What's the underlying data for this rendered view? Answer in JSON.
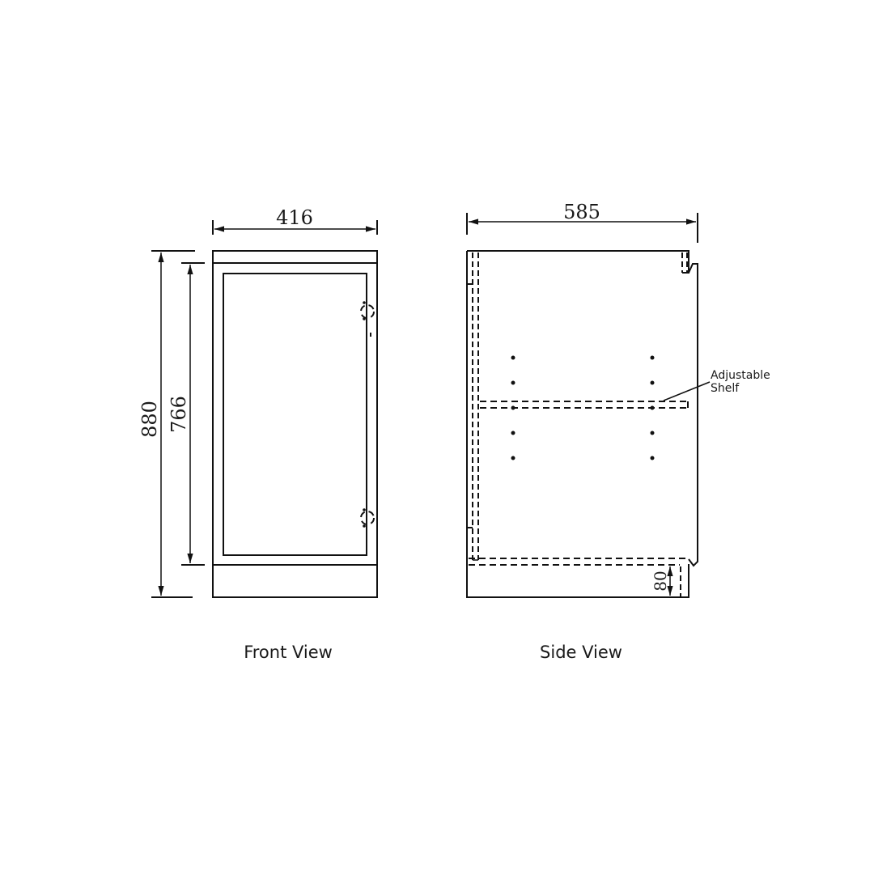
{
  "diagram": {
    "type": "technical-drawing",
    "subject": "cabinet",
    "colors": {
      "line": "#111111",
      "background": "#ffffff"
    },
    "front_view": {
      "label": "Front View",
      "dimensions": {
        "width": "416",
        "total_height": "880",
        "door_height": "766"
      },
      "hinges": [
        "hinge-top",
        "hinge-bottom"
      ]
    },
    "side_view": {
      "label": "Side View",
      "dimensions": {
        "depth": "585",
        "plinth_height": "80"
      },
      "callout": {
        "line1": "Adjustable",
        "line2": "Shelf"
      },
      "shelf_pin_holes": {
        "columns": 2,
        "rows": 5
      }
    }
  }
}
